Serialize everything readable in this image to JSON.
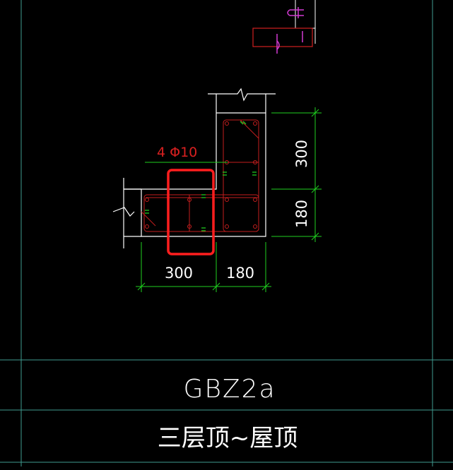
{
  "drawing": {
    "rebar_callout": "4 Φ10",
    "dim_right_top": "300",
    "dim_right_bottom": "180",
    "dim_bottom_left": "300",
    "dim_bottom_right": "180",
    "column_id": "GBZ2a",
    "floor_range": "三层顶~屋顶"
  },
  "colors": {
    "background": "#000000",
    "frame": "#4aa89a",
    "outline": "#ffffff",
    "dimension": "#1fd11f",
    "rebar": "#cc1f1f",
    "highlight": "#ff2020",
    "magenta": "#d23ad2"
  }
}
